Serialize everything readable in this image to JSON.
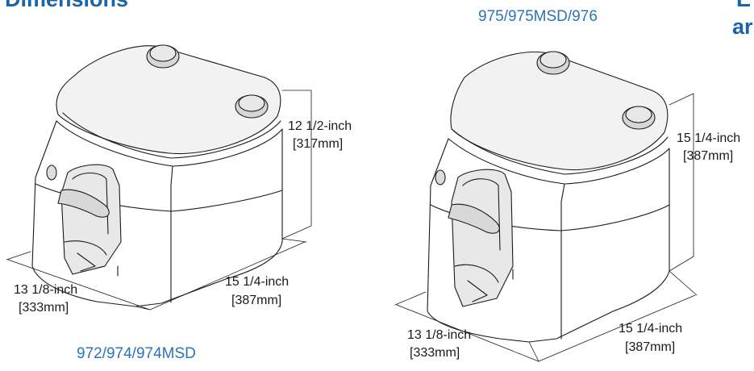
{
  "header": {
    "title_left": "Dimensions",
    "title_right_line1": "E",
    "title_right_line2": "ar"
  },
  "left_unit": {
    "model_label": "972/974/974MSD",
    "height_inch": "12 1/2-inch",
    "height_mm": "[317mm]",
    "width_inch": "13 1/8-inch",
    "width_mm": "[333mm]",
    "depth_inch": "15 1/4-inch",
    "depth_mm": "[387mm]"
  },
  "right_unit": {
    "model_label": "975/975MSD/976",
    "height_inch": "15 1/4-inch",
    "height_mm": "[387mm]",
    "width_inch": "13 1/8-inch",
    "width_mm": "[333mm]",
    "depth_inch": "15 1/4-inch",
    "depth_mm": "[387mm]"
  },
  "colors": {
    "heading": "#1b64a8",
    "model_label": "#2b74ba",
    "line_art": "#1a1a1a",
    "body_fill": "#f2f2f2"
  }
}
